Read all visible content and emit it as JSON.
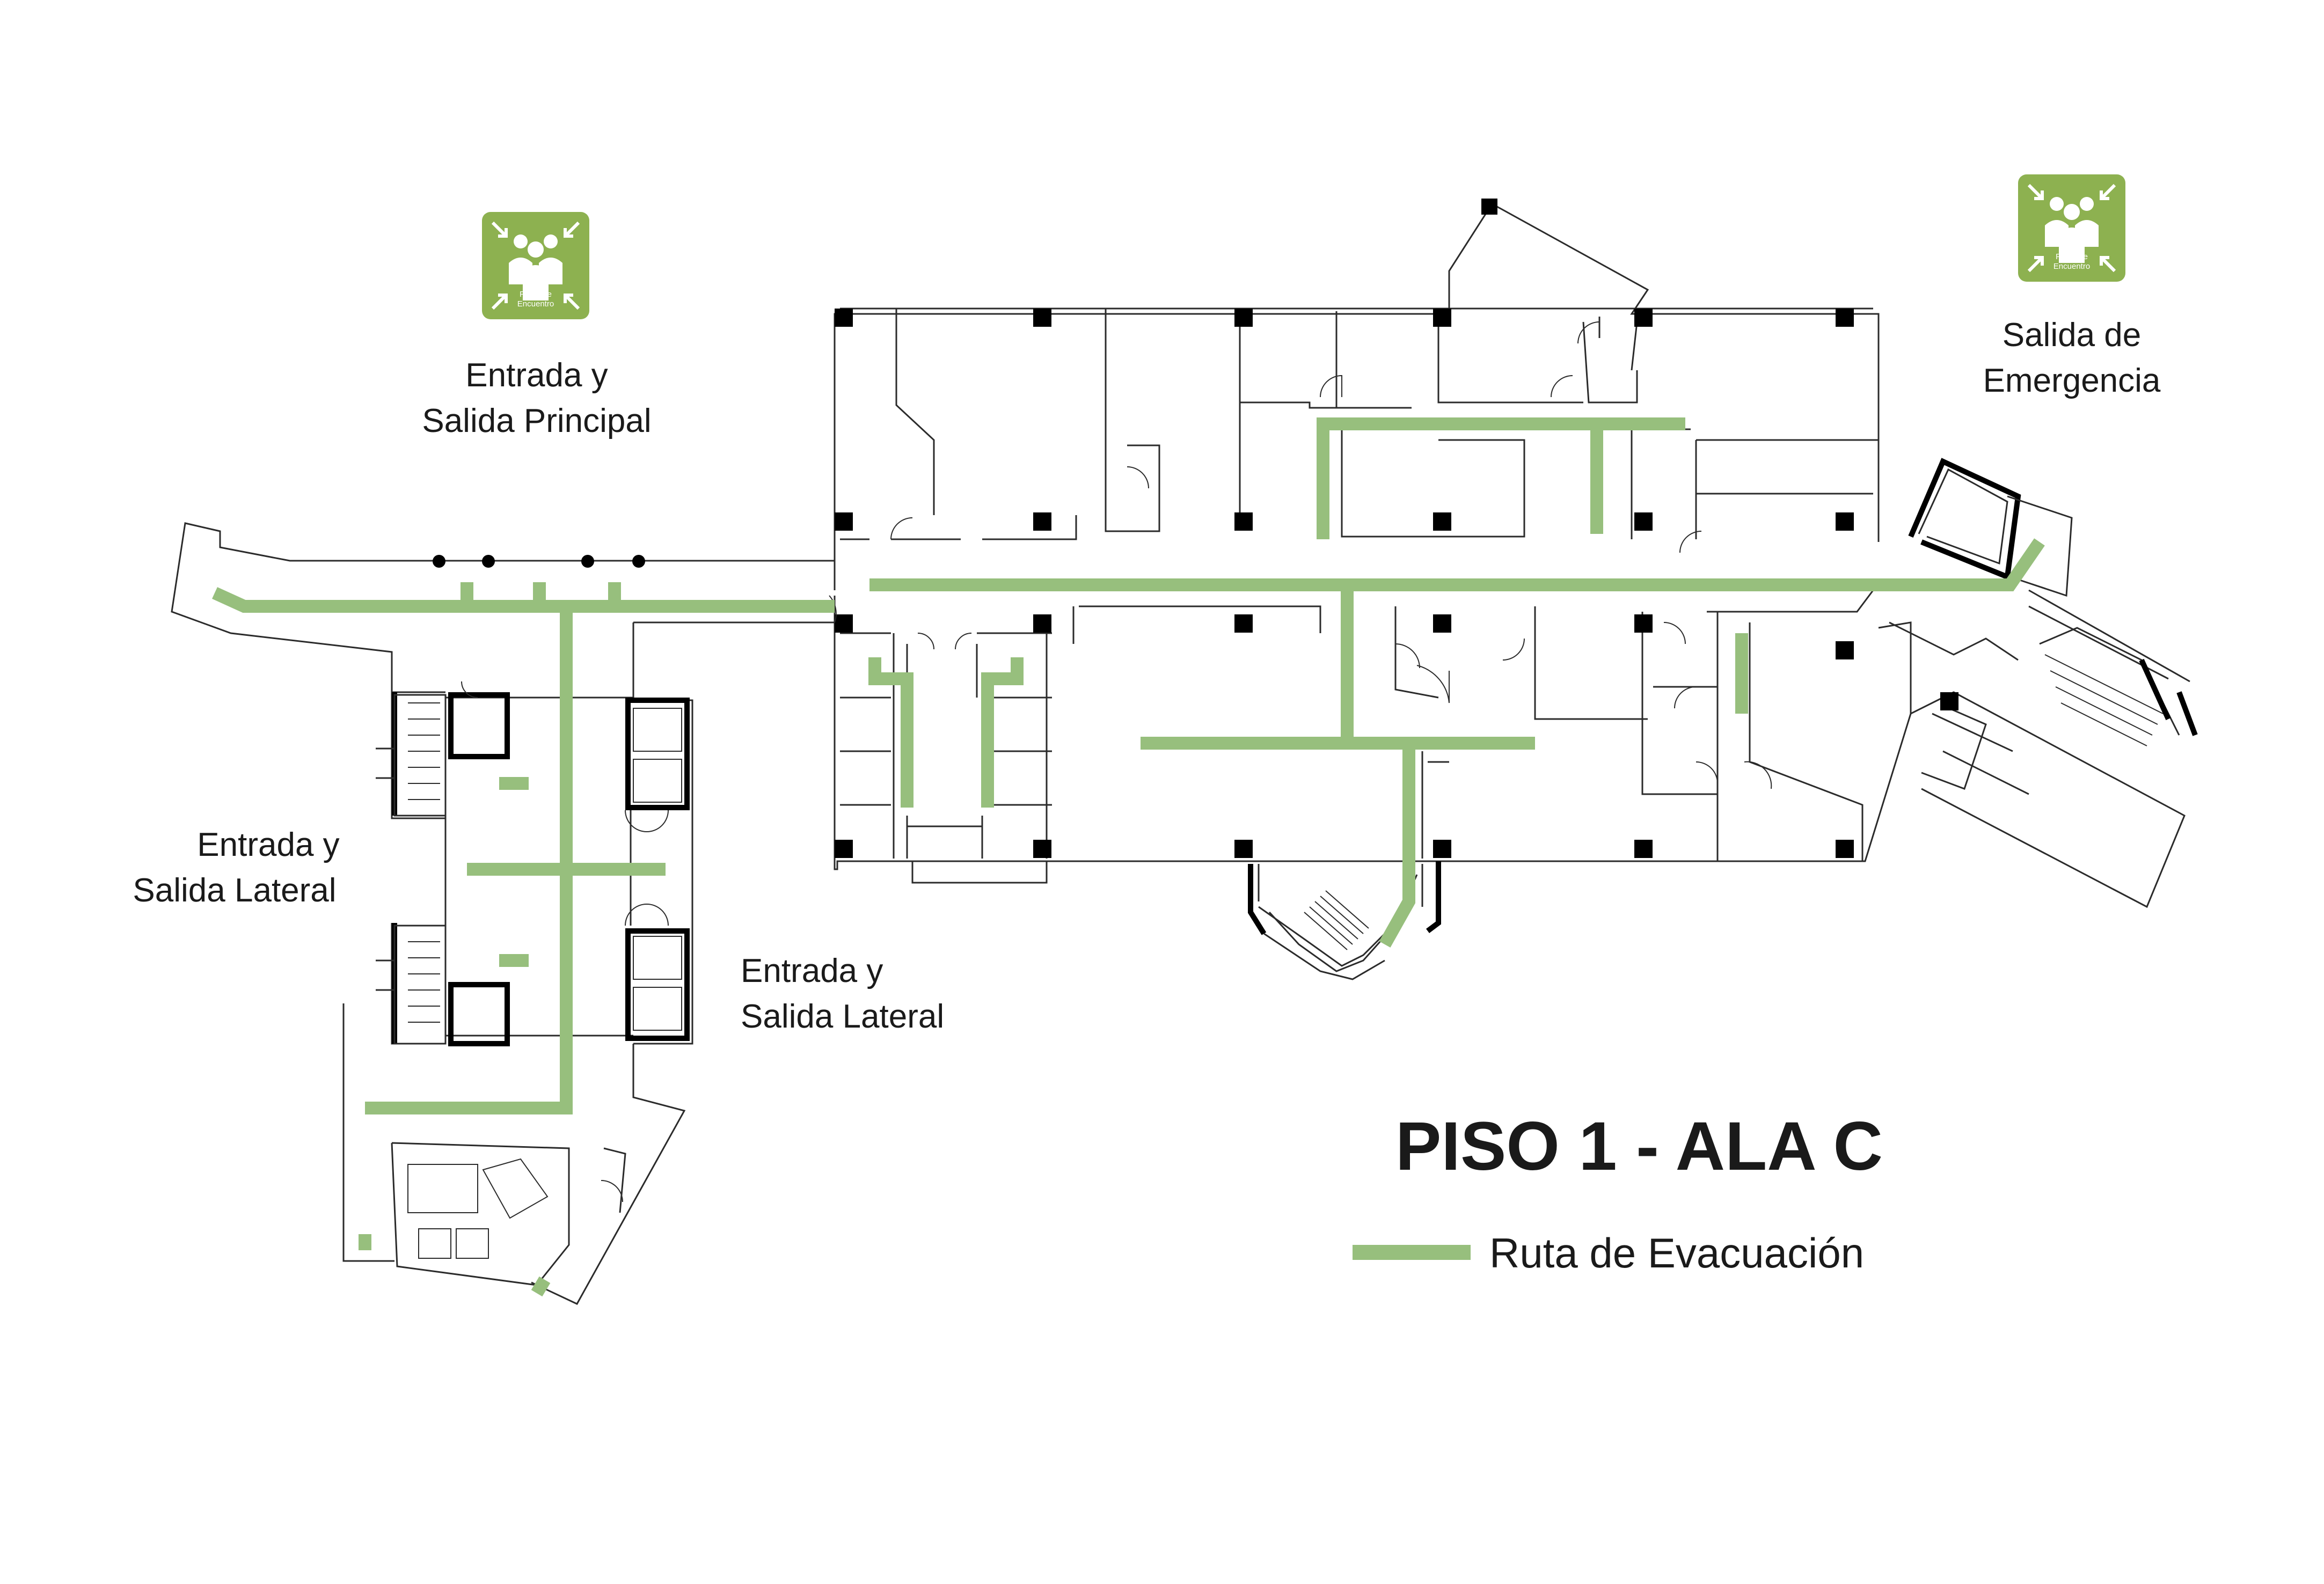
{
  "title": "PISO 1  - ALA C",
  "legend": {
    "route_label": "Ruta de Evacuación",
    "route_color": "#97bf7d"
  },
  "labels": {
    "main_line1": "Entrada y",
    "main_line2": "Salida Principal",
    "emergency_line1": "Salida de",
    "emergency_line2": "Emergencia",
    "lateral_left_line1": "Entrada y",
    "lateral_left_line2": "Salida Lateral",
    "lateral_right_line1": "Entrada y",
    "lateral_right_line2": "Salida Lateral"
  },
  "meeting_point_sign": {
    "line1": "Punto de",
    "line2": "Encuentro",
    "color": "#8db150",
    "icon": "assembly-point-icon"
  }
}
